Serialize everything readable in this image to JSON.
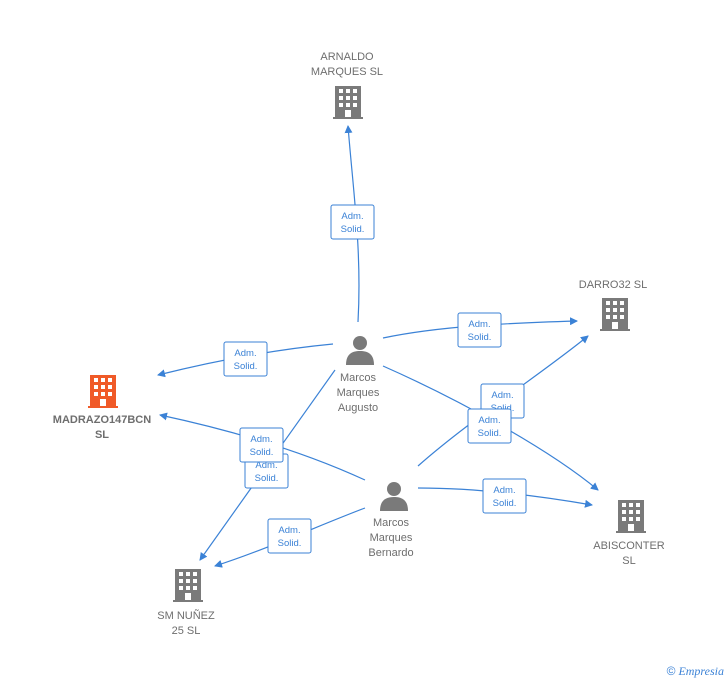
{
  "nodes": {
    "arnaldo": {
      "lines": [
        "ARNALDO",
        "MARQUES  SL"
      ],
      "kind": "company"
    },
    "darro": {
      "lines": [
        "DARRO32  SL"
      ],
      "kind": "company"
    },
    "madrazo": {
      "lines": [
        "MADRAZO147BCN",
        "SL"
      ],
      "kind": "company-highlight"
    },
    "abisconter": {
      "lines": [
        "ABISCONTER",
        "SL"
      ],
      "kind": "company"
    },
    "smnunez": {
      "lines": [
        "SM NUÑEZ",
        "25  SL"
      ],
      "kind": "company"
    },
    "augusto": {
      "lines": [
        "Marcos",
        "Marques",
        "Augusto"
      ],
      "kind": "person"
    },
    "bernardo": {
      "lines": [
        "Marcos",
        "Marques",
        "Bernardo"
      ],
      "kind": "person"
    }
  },
  "edge_label": [
    "Adm.",
    "Solid."
  ],
  "colors": {
    "edge": "#3b82d6",
    "company": "#7a7a7a",
    "highlight": "#f05a28",
    "person": "#7a7a7a"
  },
  "icons": {
    "company": "building-icon",
    "person": "person-icon"
  },
  "footer": {
    "copyright": "©",
    "brand": "Empresia"
  }
}
